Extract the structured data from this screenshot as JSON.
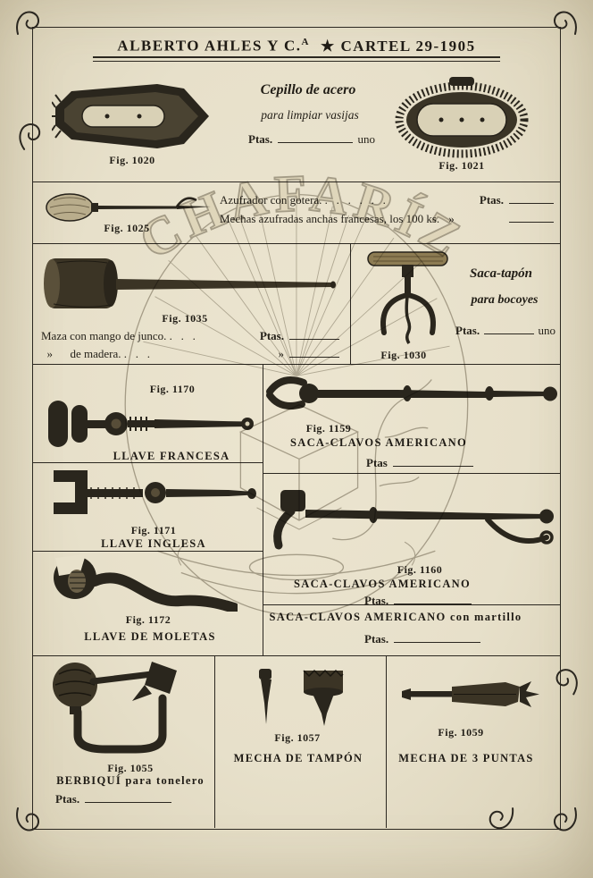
{
  "colors": {
    "paper": "#e8e1cb",
    "ink": "#26221a",
    "watermark_ink": "#6f6757"
  },
  "header": {
    "prefix": "ALBERTO AHLES Y C.",
    "sup": "A",
    "rest": "★ CARTEL 29-1905"
  },
  "watermark": {
    "text": "CHAFARÍZ"
  },
  "brush": {
    "fig_left": "Fig. 1020",
    "fig_right": "Fig. 1021",
    "title": "Cepillo de acero",
    "subtitle": "para limpiar vasijas",
    "price_label": "Ptas.",
    "price_unit": "uno"
  },
  "azufrador": {
    "fig": "Fig. 1025",
    "line1": "Azufrador con gotera. .   .   .   .   .   .",
    "line1_price": "Ptas.",
    "line2": "Mechas azufradas anchas francesas, los 100 ks.",
    "line2_price": "»"
  },
  "maza": {
    "fig": "Fig. 1035",
    "line1": "Maza con mango de junco. .   .   .",
    "line1_price": "Ptas.",
    "line2": "  »      de madera. .   .   .",
    "line2_price": "»"
  },
  "sacatapon": {
    "fig": "Fig. 1030",
    "title": "Saca-tapón",
    "subtitle": "para bocoyes",
    "price_label": "Ptas.",
    "price_unit": "uno"
  },
  "llaves": {
    "francesa": {
      "fig": "Fig. 1170",
      "label": "LLAVE FRANCESA"
    },
    "inglesa": {
      "fig": "Fig. 1171",
      "label": "LLAVE INGLESA"
    },
    "moletas": {
      "fig": "Fig. 1172",
      "label": "LLAVE DE MOLETAS"
    }
  },
  "sacaclavos": {
    "item1": {
      "fig": "Fig. 1159",
      "label": "SACA-CLAVOS AMERICANO",
      "price": "Ptas"
    },
    "item2": {
      "fig": "Fig. 1160",
      "label": "SACA-CLAVOS AMERICANO",
      "price": "Ptas."
    },
    "item3": {
      "label": "SACA-CLAVOS AMERICANO con martillo",
      "price": "Ptas."
    }
  },
  "bottom": {
    "berbiqui": {
      "fig": "Fig. 1055",
      "label": "BERBIQUÍ para tonelero",
      "price": "Ptas."
    },
    "tampon": {
      "fig": "Fig. 1057",
      "label": "MECHA DE TAMPÓN"
    },
    "puntas": {
      "fig": "Fig. 1059",
      "label": "MECHA DE 3 PUNTAS"
    }
  }
}
